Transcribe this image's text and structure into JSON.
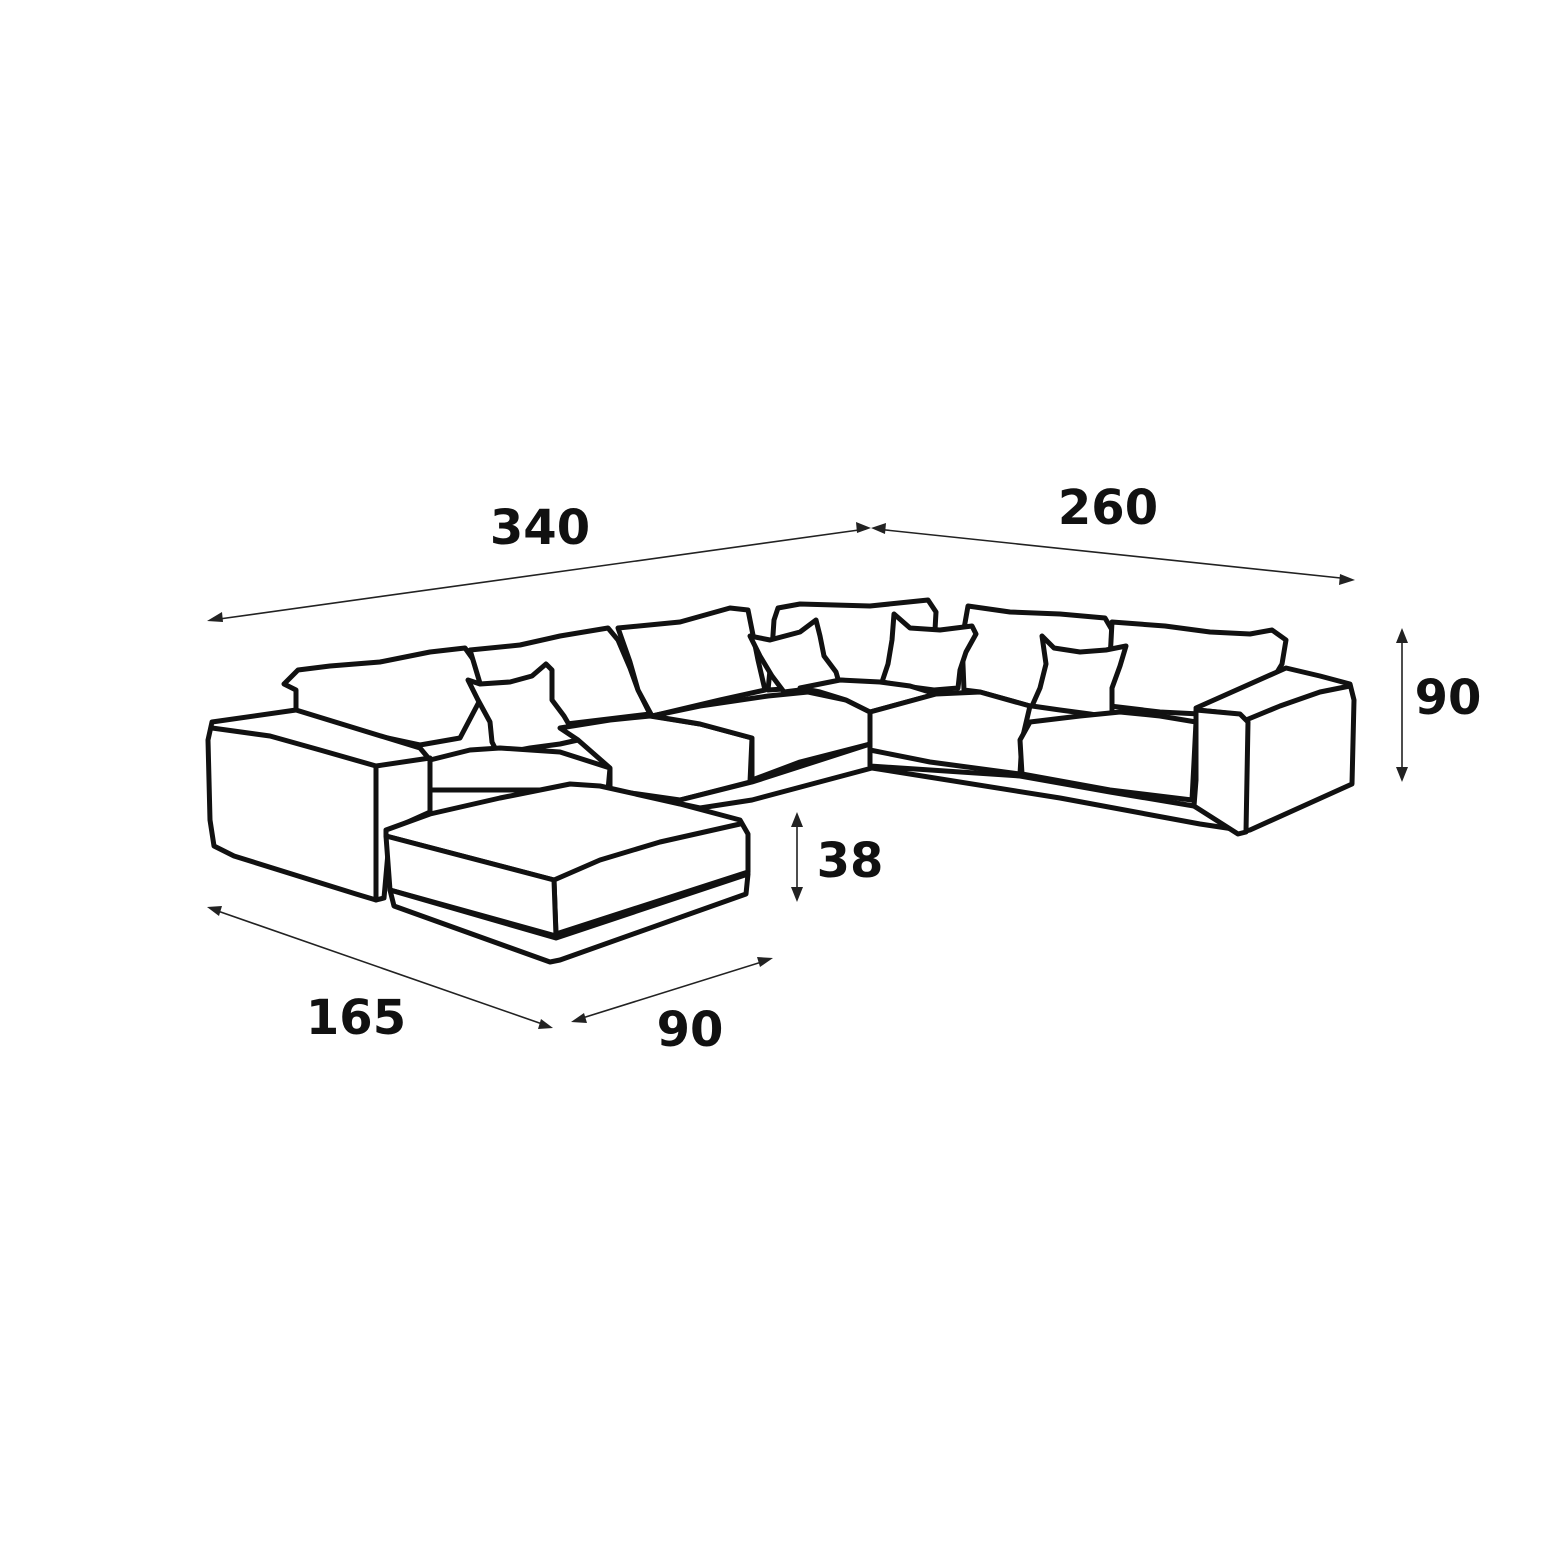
{
  "dimensions": {
    "total_width": "340",
    "side_width": "260",
    "back_height": "90",
    "seat_height": "38",
    "chaise_length": "165",
    "chaise_width": "90"
  },
  "colors": {
    "stroke": "#111111",
    "background": "#ffffff"
  }
}
